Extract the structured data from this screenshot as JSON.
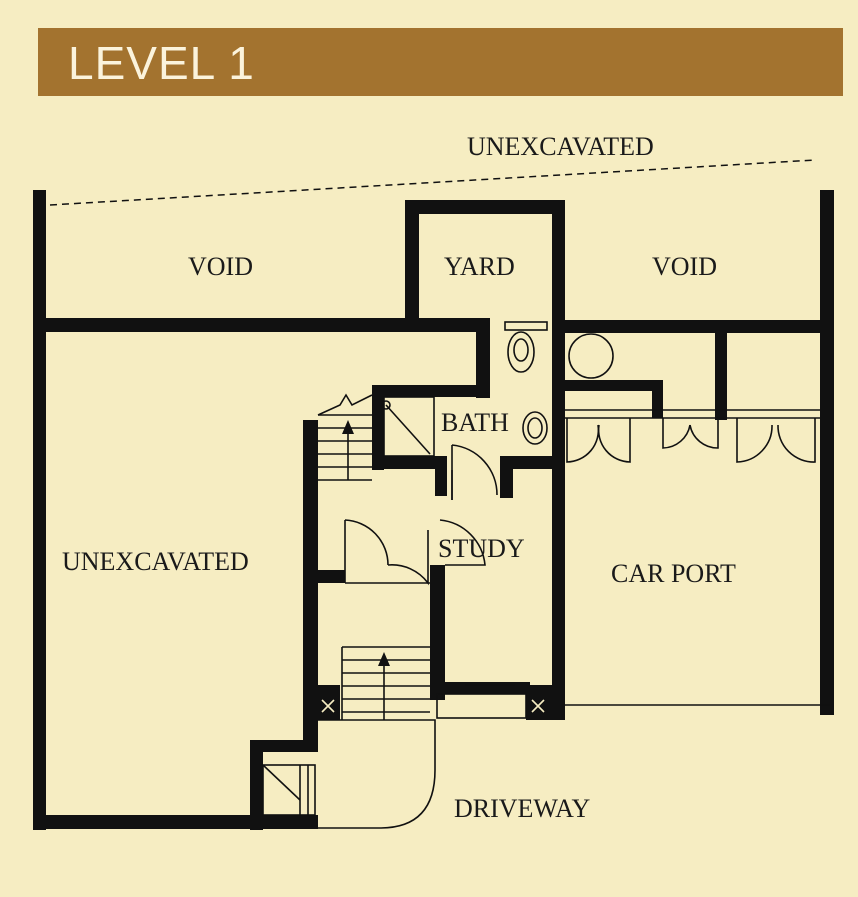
{
  "title": "LEVEL 1",
  "labels": {
    "unexcavated_top": "UNEXCAVATED",
    "void_left": "VOID",
    "yard": "YARD",
    "void_right": "VOID",
    "bath": "BATH",
    "study": "STUDY",
    "unexcavated_left": "UNEXCAVATED",
    "car_port": "CAR PORT",
    "driveway": "DRIVEWAY"
  },
  "colors": {
    "background": "#f6edc2",
    "banner": "#a3732f",
    "wall": "#111111"
  }
}
